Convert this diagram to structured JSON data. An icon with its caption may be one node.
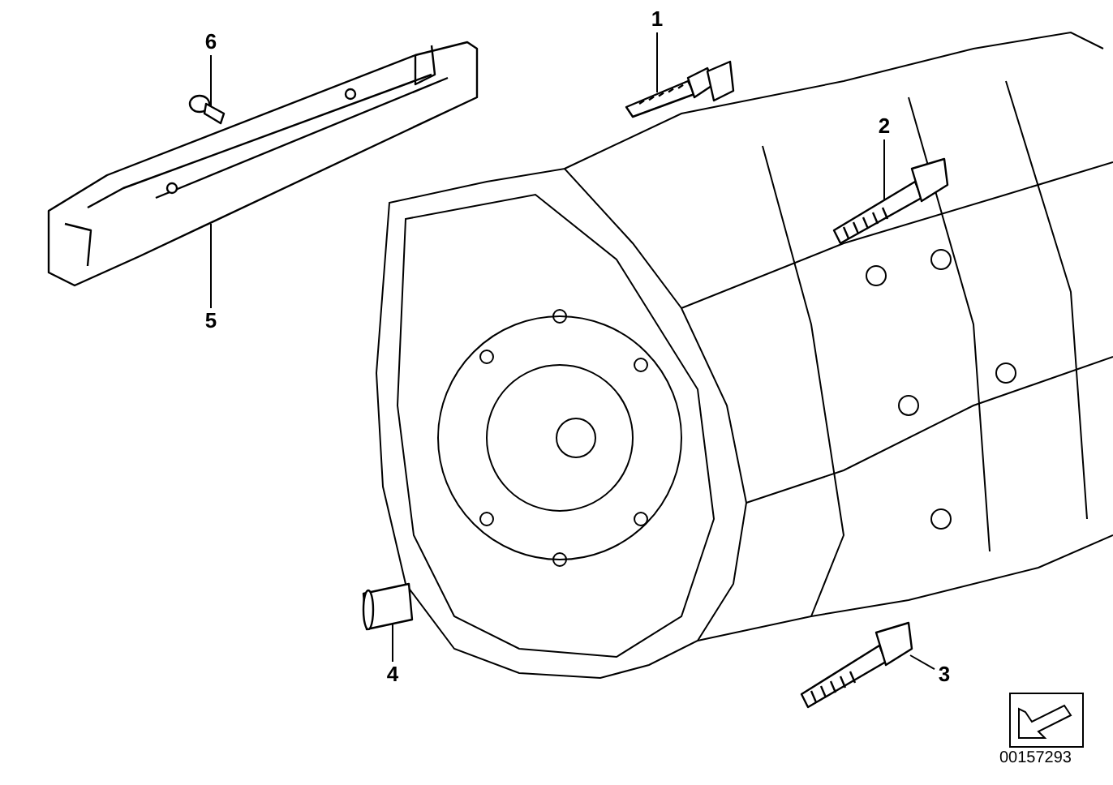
{
  "diagram": {
    "nodes": [
      {
        "text": [
          "1"
        ]
      },
      {
        "text": [
          "2"
        ]
      },
      {
        "text": [
          "3"
        ]
      },
      {
        "text": [
          "4"
        ]
      },
      {
        "text": [
          "5"
        ]
      },
      {
        "text": [
          "6"
        ]
      },
      {
        "text": [],
        "shape": "picture"
      },
      {
        "text": [],
        "shape": "picture"
      },
      {
        "text": [],
        "shape": "picture"
      },
      {
        "text": [],
        "shape": "picture"
      },
      {
        "text": [],
        "shape": "picture"
      },
      {
        "text": [],
        "shape": "picture"
      }
    ],
    "edges": [
      {
        "from": 0,
        "to": 6,
        "arrow": "none"
      },
      {
        "from": 1,
        "to": 7,
        "arrow": "none"
      },
      {
        "from": 2,
        "to": 8,
        "arrow": "none"
      },
      {
        "from": 3,
        "to": 9,
        "arrow": "none"
      },
      {
        "from": 4,
        "to": 10,
        "arrow": "none"
      },
      {
        "from": 5,
        "to": 11,
        "arrow": "none"
      }
    ],
    "labels": [
      "00157293"
    ]
  }
}
